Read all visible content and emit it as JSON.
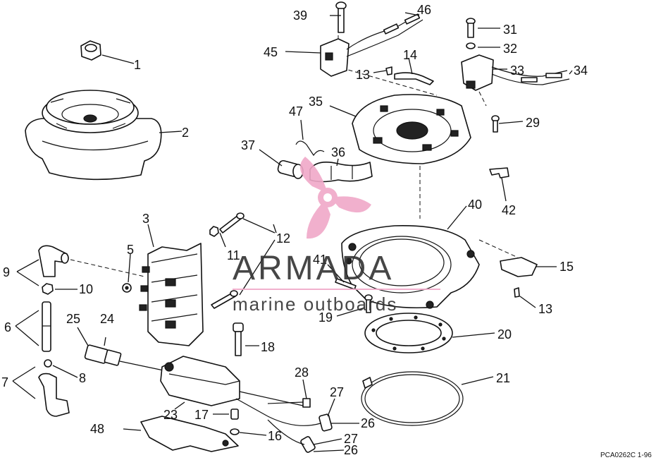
{
  "watermark": {
    "name": "ARMADA",
    "tagline": "marine outboards"
  },
  "figure_code": "PCA0262C   1-96",
  "callouts": [
    "1",
    "2",
    "3",
    "5",
    "6",
    "7",
    "8",
    "9",
    "10",
    "11",
    "12",
    "13",
    "14",
    "15",
    "16",
    "17",
    "18",
    "19",
    "20",
    "21",
    "23",
    "24",
    "25",
    "26",
    "27",
    "28",
    "29",
    "31",
    "32",
    "33",
    "34",
    "35",
    "36",
    "37",
    "39",
    "40",
    "41",
    "42",
    "45",
    "46",
    "47",
    "48"
  ],
  "label_13b": "13",
  "label_26b": "26",
  "label_27b": "27",
  "colors": {
    "line": "#111111",
    "watermark_pink": "#f0a8c8",
    "watermark_text": "#333333"
  }
}
